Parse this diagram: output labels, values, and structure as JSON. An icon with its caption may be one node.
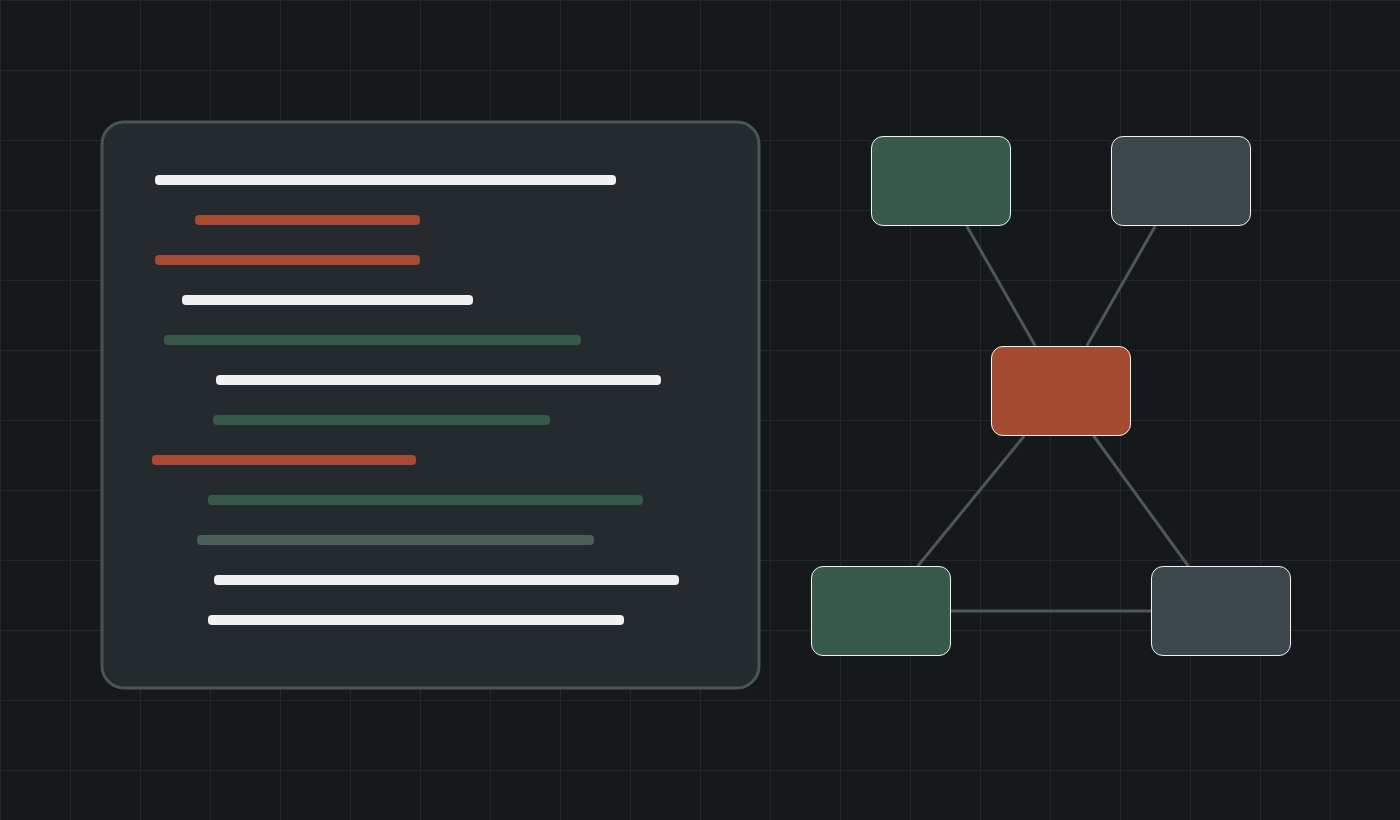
{
  "diagram": {
    "nodes": [
      {
        "text": [],
        "shape": "box"
      },
      {
        "text": [],
        "shape": "box"
      },
      {
        "text": [],
        "shape": "box"
      },
      {
        "text": [],
        "shape": "box"
      },
      {
        "text": [],
        "shape": "box"
      }
    ],
    "edges": [
      {
        "from": 0,
        "to": 2,
        "arrow": "none"
      },
      {
        "from": 1,
        "to": 2,
        "arrow": "none"
      },
      {
        "from": 2,
        "to": 3,
        "arrow": "none"
      },
      {
        "from": 2,
        "to": 4,
        "arrow": "none"
      },
      {
        "from": 3,
        "to": 4,
        "arrow": "none"
      }
    ]
  }
}
